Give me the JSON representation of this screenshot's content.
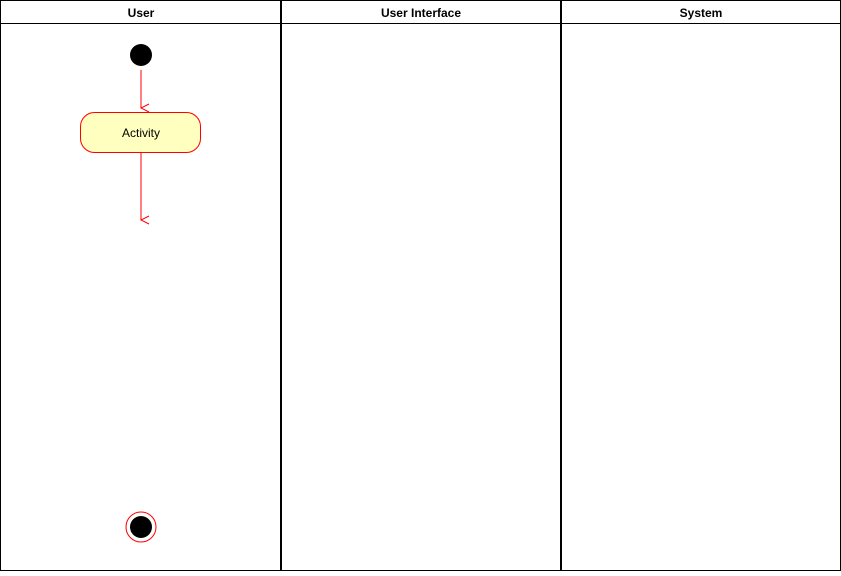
{
  "swimlanes": [
    {
      "title": "User"
    },
    {
      "title": "User Interface"
    },
    {
      "title": "System"
    }
  ],
  "nodes": {
    "activity": {
      "label": "Activity"
    }
  },
  "colors": {
    "lane_border": "#000000",
    "node_stroke": "#ff0000",
    "activity_fill": "#ffffc0",
    "node_fill": "#000000",
    "background": "#ffffff"
  }
}
